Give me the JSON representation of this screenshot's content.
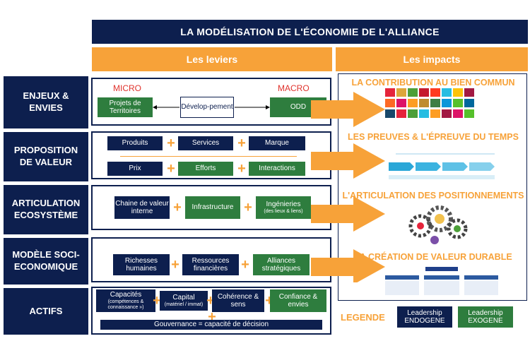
{
  "title": "LA MODÉLISATION DE L'ÉCONOMIE DE L'ALLIANCE",
  "headers": {
    "leviers": "Les leviers",
    "impacts": "Les impacts"
  },
  "rows": [
    {
      "label_1": "ENJEUX &",
      "label_2": "ENVIES"
    },
    {
      "label_1": "PROPOSITION",
      "label_2": "DE VALEUR"
    },
    {
      "label_1": "ARTICULATION",
      "label_2": "ECOSYSTÈME"
    },
    {
      "label_1": "MODÈLE SOCI-",
      "label_2": "ECONOMIQUE"
    },
    {
      "label_1": "ACTIFS",
      "label_2": ""
    }
  ],
  "enjeux": {
    "micro": "MICRO",
    "macro": "MACRO",
    "projets": "Projets de Territoires",
    "developpement": "Dévelop-pement",
    "odd": "ODD"
  },
  "proposition": {
    "produits": "Produits",
    "services": "Services",
    "marque": "Marque",
    "prix": "Prix",
    "efforts": "Efforts",
    "interactions": "Interactions"
  },
  "articulation": {
    "chaine": "Chaine de valeur interne",
    "infrastructure": "Infrastructure",
    "ingenieries": "Ingénieries",
    "ingenieries_sub": "(des lieux & liens)"
  },
  "modele": {
    "richesses": "Richesses humaines",
    "ressources": "Ressources financières",
    "alliances": "Alliances stratégiques"
  },
  "actifs": {
    "capacites": "Capacités",
    "capacites_sub": "(compétences & connaissance »)",
    "capital": "Capital",
    "capital_sub": "(matériel / immat)",
    "coherence": "Cohérence & sens",
    "confiance": "Confiance & envies",
    "gouvernance": "Gouvernance = capacité de décision"
  },
  "impacts": [
    "LA CONTRIBUTION AU BIEN COMMUN",
    "LES PREUVES & L'ÉPREUVE DU TEMPS",
    "L'ARTICULATION DES POSITIONNEMENTS",
    "LA CRÉATION DE VALEUR DURABLE"
  ],
  "legend": {
    "label": "LEGENDE",
    "endogene": "Leadership ENDOGENE",
    "exogene": "Leadership EXOGENE"
  },
  "colors": {
    "navy": "#0d1f4e",
    "green": "#2e7d3e",
    "orange": "#f7a239",
    "micro_macro": "#e0322c"
  }
}
